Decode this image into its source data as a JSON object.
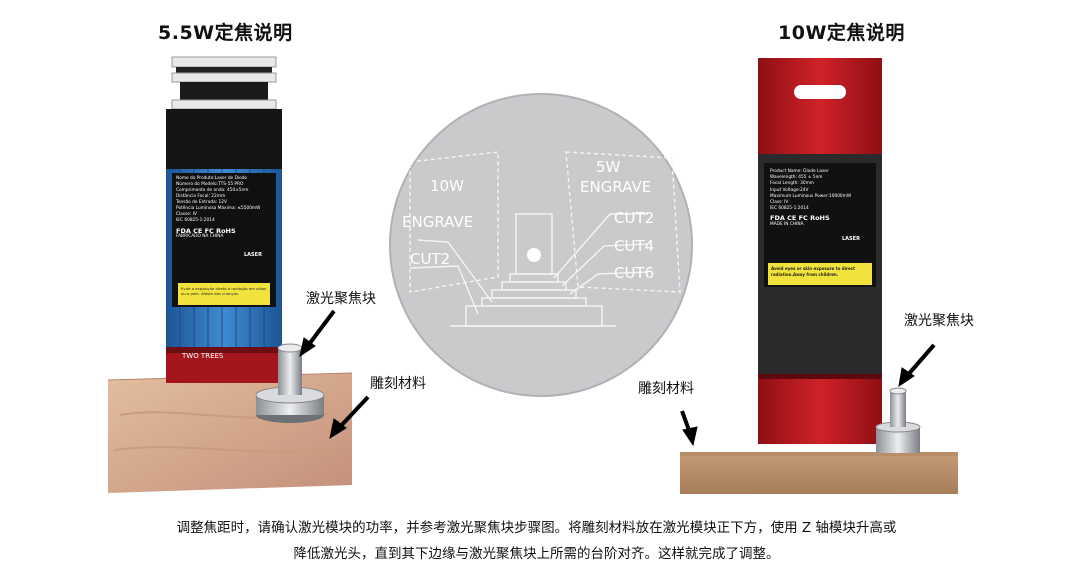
{
  "left_panel": {
    "title": "5.5W定焦说明",
    "label_focus_block": "激光聚焦块",
    "label_material": "雕刻材料",
    "module": {
      "brand_text": "TWO TREES",
      "label_lines": [
        "Nome do Produto:Laser de Diodo",
        "Número do Modelo:TTS-55 PRO",
        "Comprimento de onda: 450±5nm",
        "Distância Focal: 22mm",
        "Tensão de Entrada: 12V",
        "Potência Luminosa Máxima: ≤5500mW",
        "Classe: IV",
        "IEC 60825-1:2014"
      ],
      "cert_text": "FDA  CE  FC  RoHS",
      "made_in": "FABRICADO NA CHINA",
      "laser_tag": "LASER",
      "warning_text": "Evite a exposição direta à radiação em olhos ou a pele. Afaste das crianças."
    }
  },
  "right_panel": {
    "title": "10W定焦说明",
    "label_focus_block": "激光聚焦块",
    "label_material": "雕刻材料",
    "module": {
      "label_lines": [
        "Product Name: Diode Laser",
        "Wavelength: 455 ± 5nm",
        "Focal Length: 30mm",
        "Input Voltage:24V",
        "Maximum Luminous Power:10000mW",
        "Class: IV",
        "IEC 60825-1:2014"
      ],
      "cert_text": "FDA  CE  FC  RoHS",
      "made_in": "MADE IN CHINA",
      "laser_tag": "LASER",
      "warning_text": "Avoid eyes or skin exposure to direct radiation.Away from children."
    }
  },
  "center_disc": {
    "left_power": "10W",
    "left_engrave": "ENGRAVE",
    "left_cut": "CUT2",
    "right_power": "5W",
    "right_engrave": "ENGRAVE",
    "right_cut_1": "CUT2",
    "right_cut_2": "CUT4",
    "right_cut_3": "CUT6"
  },
  "caption": {
    "line1": "调整焦距时，请确认激光模块的功率，并参考激光聚焦块步骤图。将雕刻材料放在激光模块正下方，使用 Z 轴模块升高或",
    "line2": "降低激光头，直到其下边缘与激光聚焦块上所需的台阶对齐。这样就完成了调整。"
  },
  "colors": {
    "wood": "#d6a98a",
    "module_blue": "#2a6fb5",
    "module_red": "#b8141a",
    "disc": "#c8c9cb",
    "warning_yellow": "#f2e33c"
  }
}
